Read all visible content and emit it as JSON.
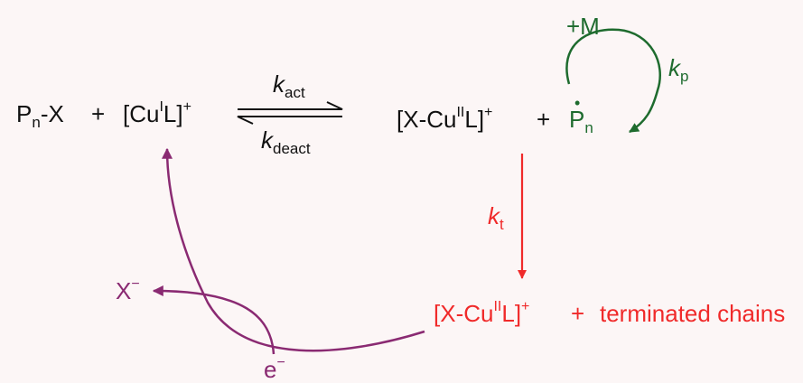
{
  "colors": {
    "background": "#fcf6f6",
    "black": "#111111",
    "red": "#f02a2a",
    "green": "#1e6b2e",
    "purple": "#8a2a72"
  },
  "species": {
    "dormant": {
      "base": "P",
      "sub": "n",
      "tail": "-X"
    },
    "plus": "+",
    "activator": {
      "open": "[Cu",
      "sup": "I",
      "mid": "L]",
      "charge": "+"
    },
    "deactivator": {
      "open": "[X-Cu",
      "sup": "II",
      "mid": "L]",
      "charge": "+"
    },
    "radical": {
      "base": "P",
      "sub": "n",
      "dot": "•"
    },
    "monomer": "+M",
    "accumulated": {
      "open": "[X-Cu",
      "sup": "II",
      "mid": "L]",
      "charge": "+"
    },
    "terminated": "terminated chains",
    "halide": {
      "base": "X",
      "sup": "−"
    },
    "electron": {
      "base": "e",
      "sup": "−"
    }
  },
  "rate_constants": {
    "activation": {
      "symbol": "k",
      "sub": "act"
    },
    "deactivation": {
      "symbol": "k",
      "sub": "deact"
    },
    "propagation": {
      "symbol": "k",
      "sub": "p"
    },
    "termination": {
      "symbol": "k",
      "sub": "t"
    }
  }
}
